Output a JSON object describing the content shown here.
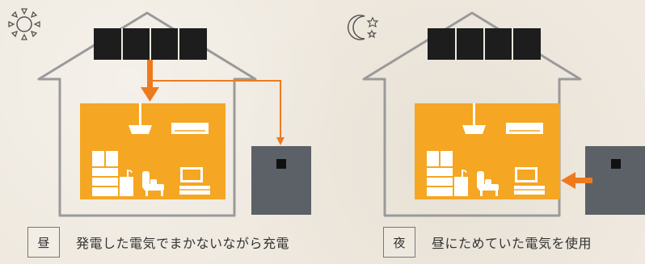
{
  "panels": [
    {
      "id": "day",
      "badge": "昼",
      "caption": "発電した電気でまかないながら充電",
      "time_icon": "sun-icon"
    },
    {
      "id": "night",
      "badge": "夜",
      "caption": "昼にためていた電気を使用",
      "time_icon": "moon-stars-icon"
    }
  ],
  "colors": {
    "background": "#efe9df",
    "house_outline": "#9a9a9a",
    "interior": "#f5a623",
    "solar_panel": "#1d1d1d",
    "battery": "#5b6166",
    "arrow": "#ee7a1e",
    "appliance": "#ffffff"
  },
  "icons": [
    "solar-panel-icon",
    "ceiling-light-icon",
    "air-conditioner-icon",
    "refrigerator-icon",
    "cabinet-icon",
    "chair-icon",
    "tv-icon",
    "battery-icon"
  ]
}
